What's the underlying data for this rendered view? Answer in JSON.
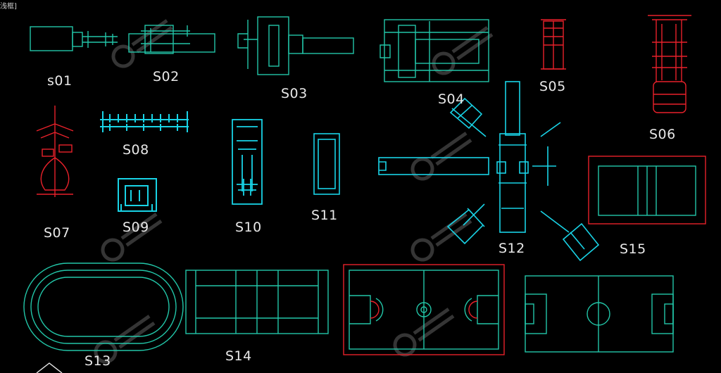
{
  "window": {
    "corner_text": "浅框]"
  },
  "labels": {
    "s01": "s01",
    "s02": "S02",
    "s03": "S03",
    "s04": "S04",
    "s05": "S05",
    "s06": "S06",
    "s07": "S07",
    "s08": "S08",
    "s09": "S09",
    "s10": "S10",
    "s11": "S11",
    "s12": "S12",
    "s13": "S13",
    "s14": "S14",
    "s15": "S15"
  },
  "colors": {
    "cyan": "#19d3e6",
    "teal": "#22c6a8",
    "red": "#e8212a",
    "white": "#e8e8e8",
    "watermark": "#3b3b3b"
  }
}
